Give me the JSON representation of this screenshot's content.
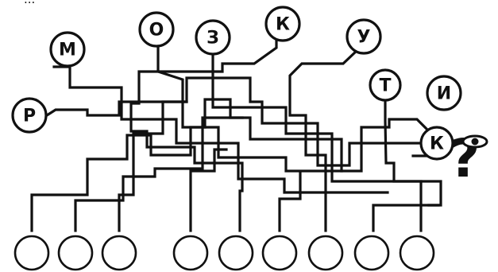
{
  "caption_fragment": "...",
  "nodes": [
    {
      "letter": "Р"
    },
    {
      "letter": "М"
    },
    {
      "letter": "О"
    },
    {
      "letter": "З"
    },
    {
      "letter": "К"
    },
    {
      "letter": "У"
    },
    {
      "letter": "Т"
    },
    {
      "letter": "И"
    },
    {
      "letter": "К"
    }
  ],
  "answer_slots_count": 9,
  "mystery_icon": "question-mark-with-eye-icon",
  "colors": {
    "ink": "#111111",
    "paper": "#ffffff"
  }
}
